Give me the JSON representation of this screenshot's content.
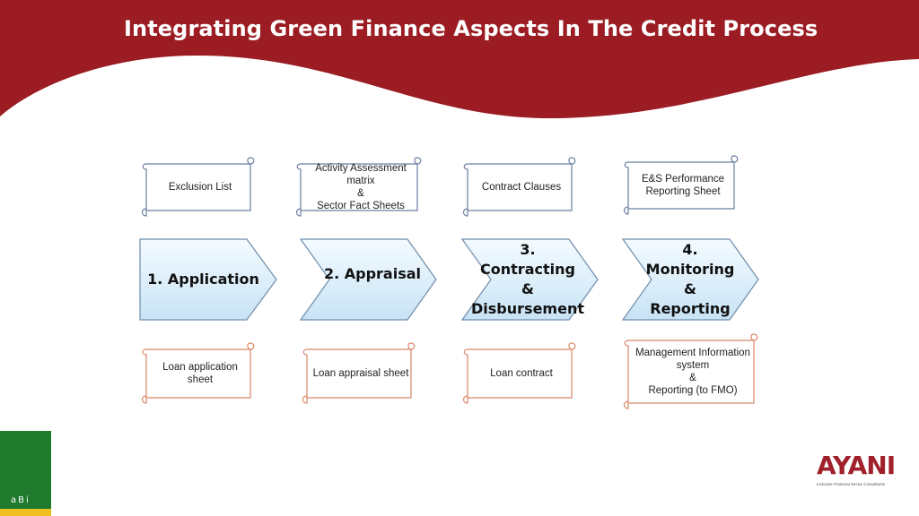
{
  "header": {
    "title": "Integrating Green Finance Aspects In The Credit Process",
    "color": "#9b1c22"
  },
  "steps": [
    {
      "label_lines": [
        "1. Application"
      ]
    },
    {
      "label_lines": [
        "2. Appraisal"
      ]
    },
    {
      "label_lines": [
        "3. Contracting",
        "&",
        "Disbursement"
      ]
    },
    {
      "label_lines": [
        "4. Monitoring",
        "&",
        "Reporting"
      ]
    }
  ],
  "top_scrolls": [
    {
      "lines": [
        "Exclusion List"
      ]
    },
    {
      "lines": [
        "Activity Assessment matrix",
        "&",
        "Sector Fact Sheets"
      ]
    },
    {
      "lines": [
        "Contract Clauses"
      ]
    },
    {
      "lines": [
        "E&S Performance",
        "Reporting Sheet"
      ]
    }
  ],
  "bottom_scrolls": [
    {
      "lines": [
        "Loan application",
        "sheet"
      ]
    },
    {
      "lines": [
        "Loan appraisal sheet"
      ]
    },
    {
      "lines": [
        "Loan contract"
      ]
    },
    {
      "lines": [
        "Management Information",
        "system",
        "&",
        "Reporting (to FMO)"
      ]
    }
  ],
  "colors": {
    "top_scroll_border": "#6a7fa0",
    "bottom_scroll_border": "#d9876a",
    "chevron_fill": "#d6ecf8",
    "chevron_border": "#6f8cab"
  },
  "logos": {
    "left_text": "aBi",
    "right_word": "AYANI",
    "right_tagline": "Inclusive Financial Sector Consultants"
  }
}
